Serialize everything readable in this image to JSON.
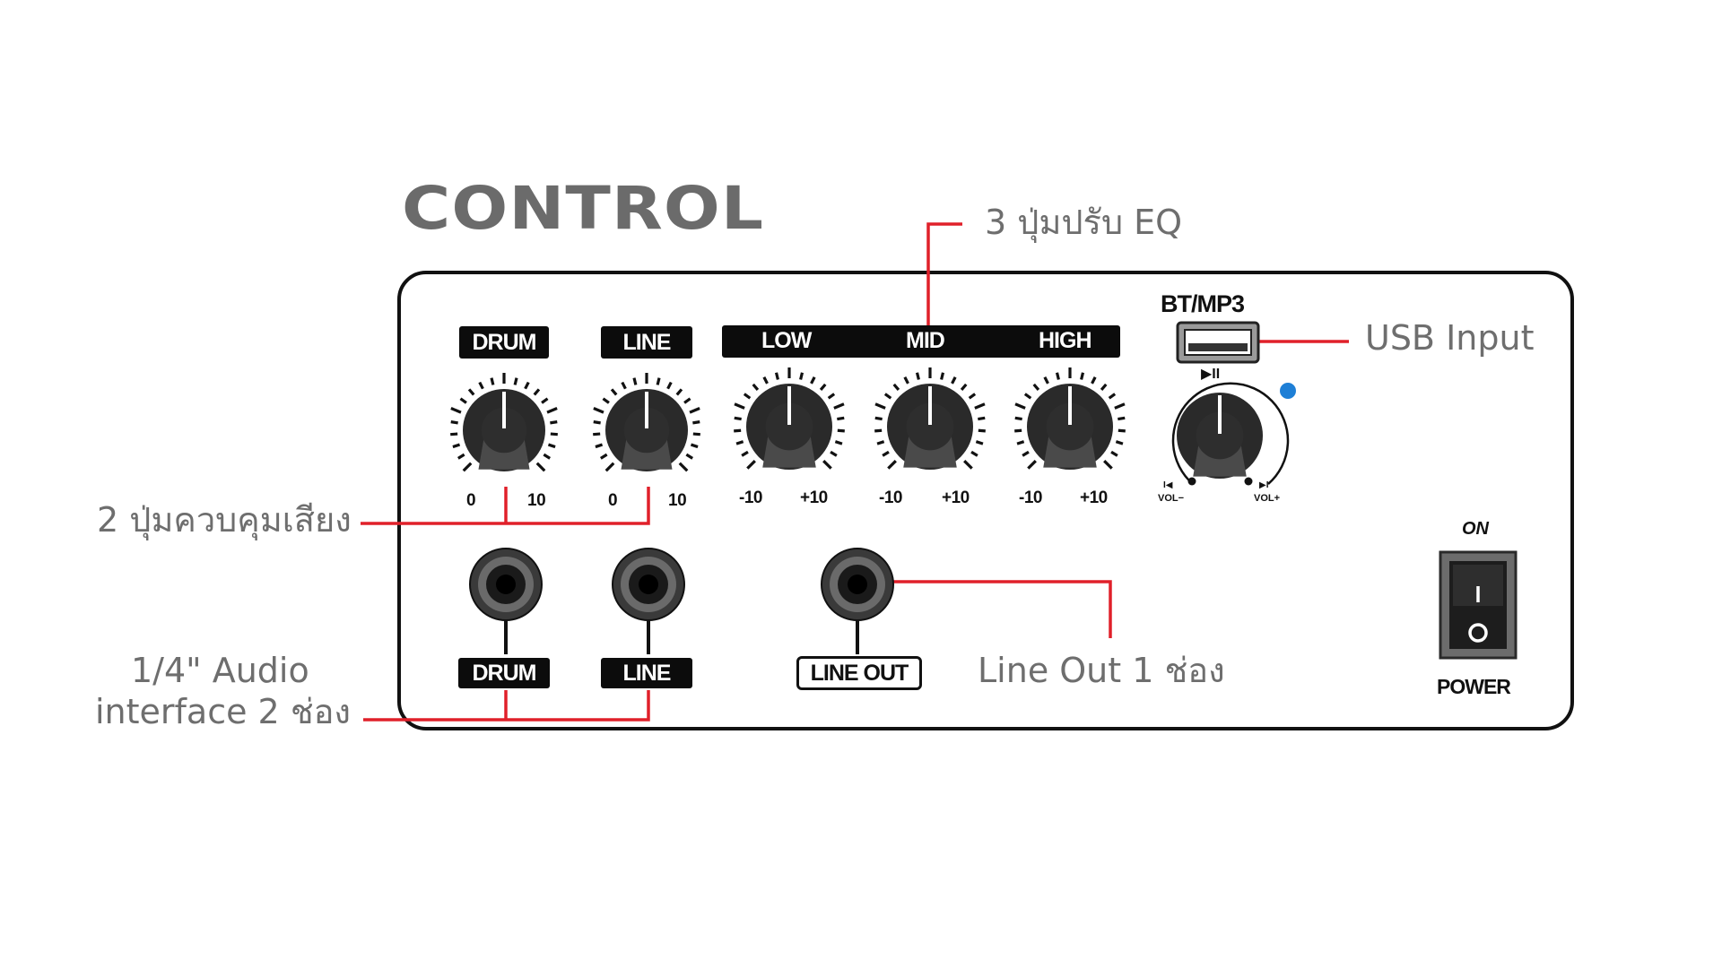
{
  "title": "CONTROL",
  "knob_labels": {
    "drum": "DRUM",
    "line": "LINE",
    "low": "LOW",
    "mid": "MID",
    "high": "HIGH"
  },
  "scale": {
    "vol_min": "0",
    "vol_max": "10",
    "eq_min": "-10",
    "eq_max": "+10"
  },
  "media": {
    "header": "BT/MP3",
    "play_pause": "▶II",
    "vol_minus": "VOL−",
    "vol_plus": "VOL+",
    "prev_icon": "I◀",
    "next_icon": "▶I",
    "indicator_color": "#1e7fd6"
  },
  "jack_labels": {
    "drum": "DRUM",
    "line": "LINE",
    "line_out": "LINE OUT"
  },
  "power_switch": {
    "on_label": "ON",
    "power_label": "POWER",
    "on_symbol": "I",
    "off_symbol": "O"
  },
  "callouts": {
    "eq": "3 ปุ่มปรับ EQ",
    "usb": "USB Input",
    "volume": "2 ปุ่มควบคุมเสียง",
    "audio_line1": "1/4\" Audio",
    "audio_line2": "interface 2 ช่อง",
    "line_out": "Line Out 1 ช่อง"
  },
  "colors": {
    "callout_line": "#e0202a",
    "panel": "#111111",
    "title": "#6b6b6b"
  }
}
